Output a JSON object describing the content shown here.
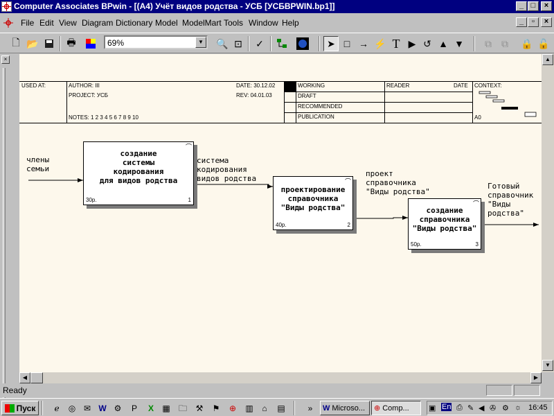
{
  "window": {
    "title": "Computer Associates BPwin - [(A4) Учёт видов родства - УСБ  [УСБBPWIN.bp1]]",
    "minimize": "_",
    "maximize": "□",
    "close": "×"
  },
  "menu": [
    "File",
    "Edit",
    "View",
    "Diagram",
    "Dictionary",
    "Model",
    "ModelMart",
    "Tools",
    "Window",
    "Help"
  ],
  "toolbar": {
    "zoom": "69%"
  },
  "header": {
    "used_at": "USED AT:",
    "author": "AUTHOR:  III",
    "project": "PROJECT:  УСБ",
    "notes": "NOTES:  1  2  3  4  5  6  7  8  9  10",
    "date": "DATE:  30.12.02",
    "rev": "REV:   04.01.03",
    "status": [
      "WORKING",
      "DRAFT",
      "RECOMMENDED",
      "PUBLICATION"
    ],
    "reader": "READER",
    "reader_date": "DATE",
    "context": "CONTEXT:",
    "node": "A0"
  },
  "diagram": {
    "boxes": [
      {
        "title": [
          "создание",
          "системы",
          "кодирования",
          "для видов родства"
        ],
        "cost": "30р.",
        "num": "1"
      },
      {
        "title": [
          "проектирование",
          "справочника",
          "\"Виды родства\""
        ],
        "cost": "40р.",
        "num": "2"
      },
      {
        "title": [
          "создание",
          "справочника",
          "\"Виды родства\""
        ],
        "cost": "50р.",
        "num": "3"
      }
    ],
    "labels": {
      "input": "члены\nсемьи",
      "flow1": "система\nкодирования\nвидов родства",
      "flow2": "проект\nсправочника\n\"Виды родства\"",
      "output": "Готовый\nсправочник\n\"Виды\nродства\""
    }
  },
  "status": {
    "text": "Ready"
  },
  "taskbar": {
    "start": "Пуск",
    "tasks": [
      "Microso...",
      "Comp..."
    ],
    "lang": "En",
    "clock": "16:45"
  },
  "icon_names": [
    "app-icon",
    "new-icon",
    "open-icon",
    "save-icon",
    "print-icon",
    "color-icon",
    "zoom-in-icon",
    "zoom-out-icon",
    "spell-icon",
    "tree-icon",
    "globe-icon",
    "pointer-icon",
    "box-icon",
    "arrow-icon",
    "squiggle-icon",
    "text-icon",
    "play-icon",
    "undo-icon",
    "up-icon",
    "down-icon"
  ]
}
